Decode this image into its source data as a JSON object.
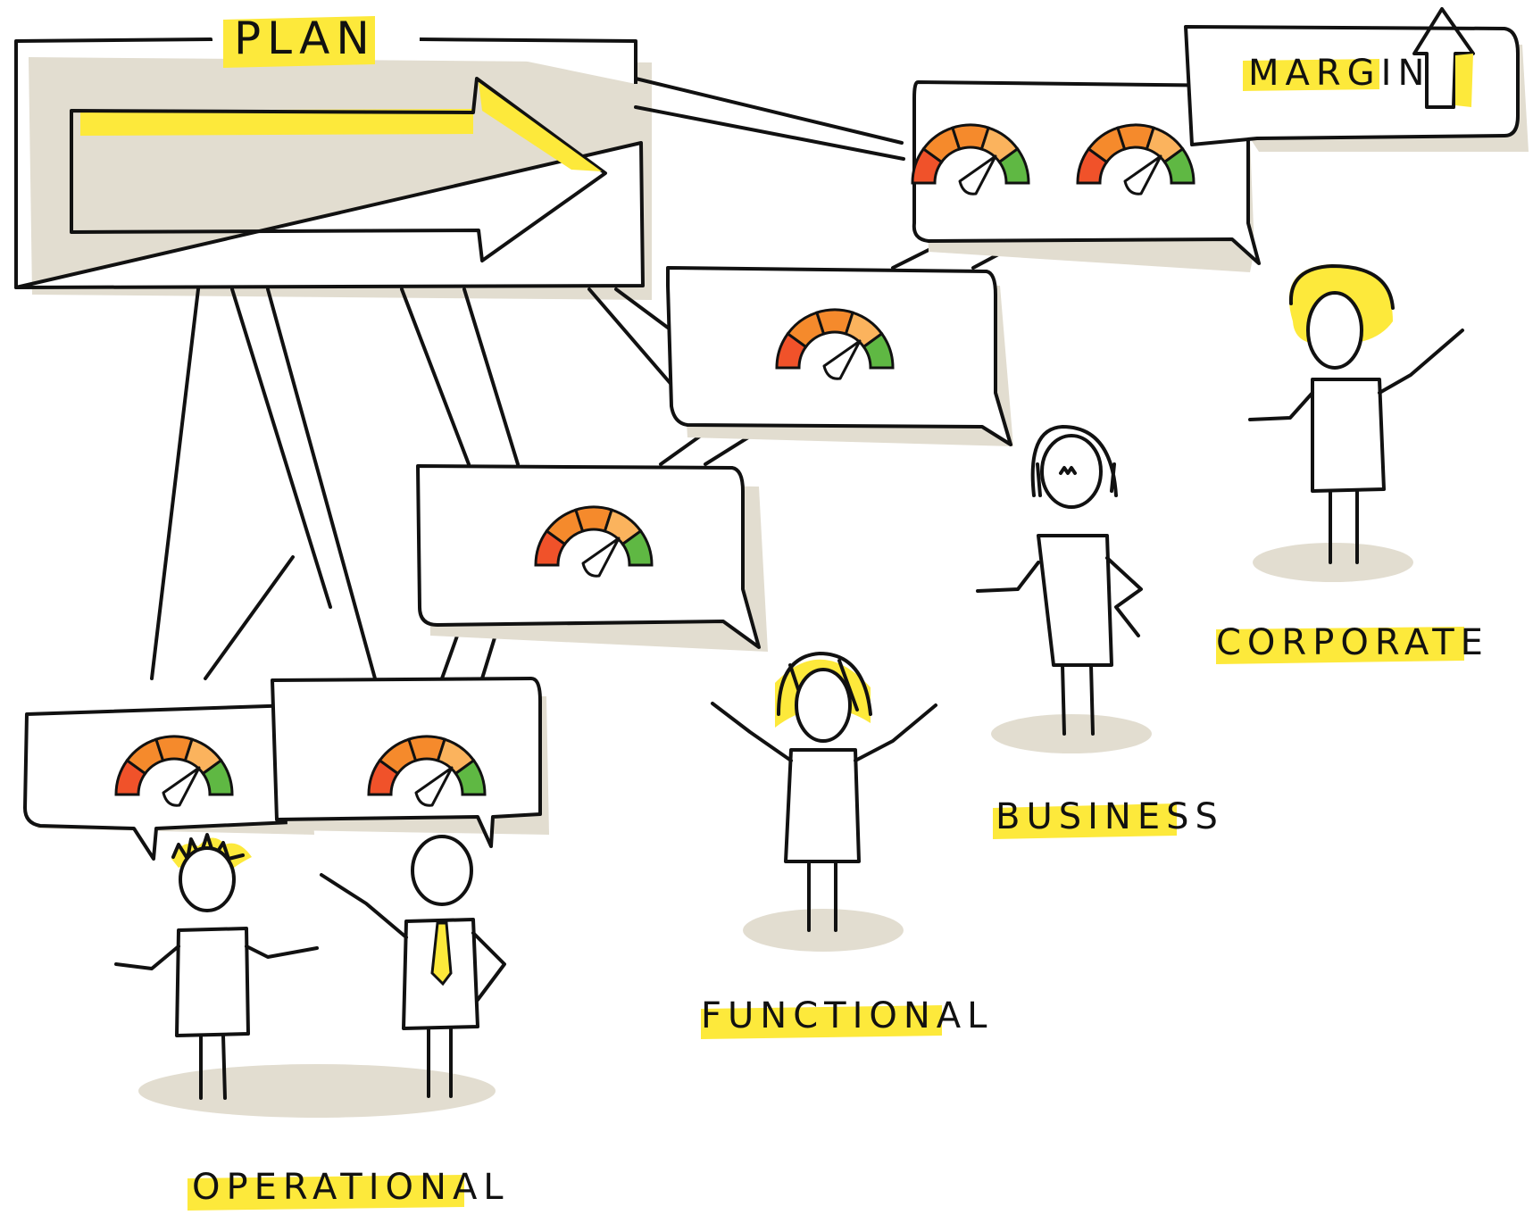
{
  "plan_label": "PLAN",
  "margin_label": "MARGIN",
  "levels": {
    "corporate": "CORPORATE",
    "business": "BUSINESS",
    "functional": "FUNCTIONAL",
    "operational": "OPERATIONAL"
  },
  "colors": {
    "highlight": "#fde93b",
    "ink": "#111111",
    "shadow": "#e2ddd0",
    "gauge_red": "#f0522a",
    "gauge_orange": "#f58a2c",
    "gauge_light_orange": "#fbb35d",
    "gauge_green": "#5fb843"
  },
  "icons": [
    "arrow-right-icon",
    "arrow-up-icon",
    "gauge-icon",
    "person-icon",
    "speech-bubble-icon"
  ]
}
